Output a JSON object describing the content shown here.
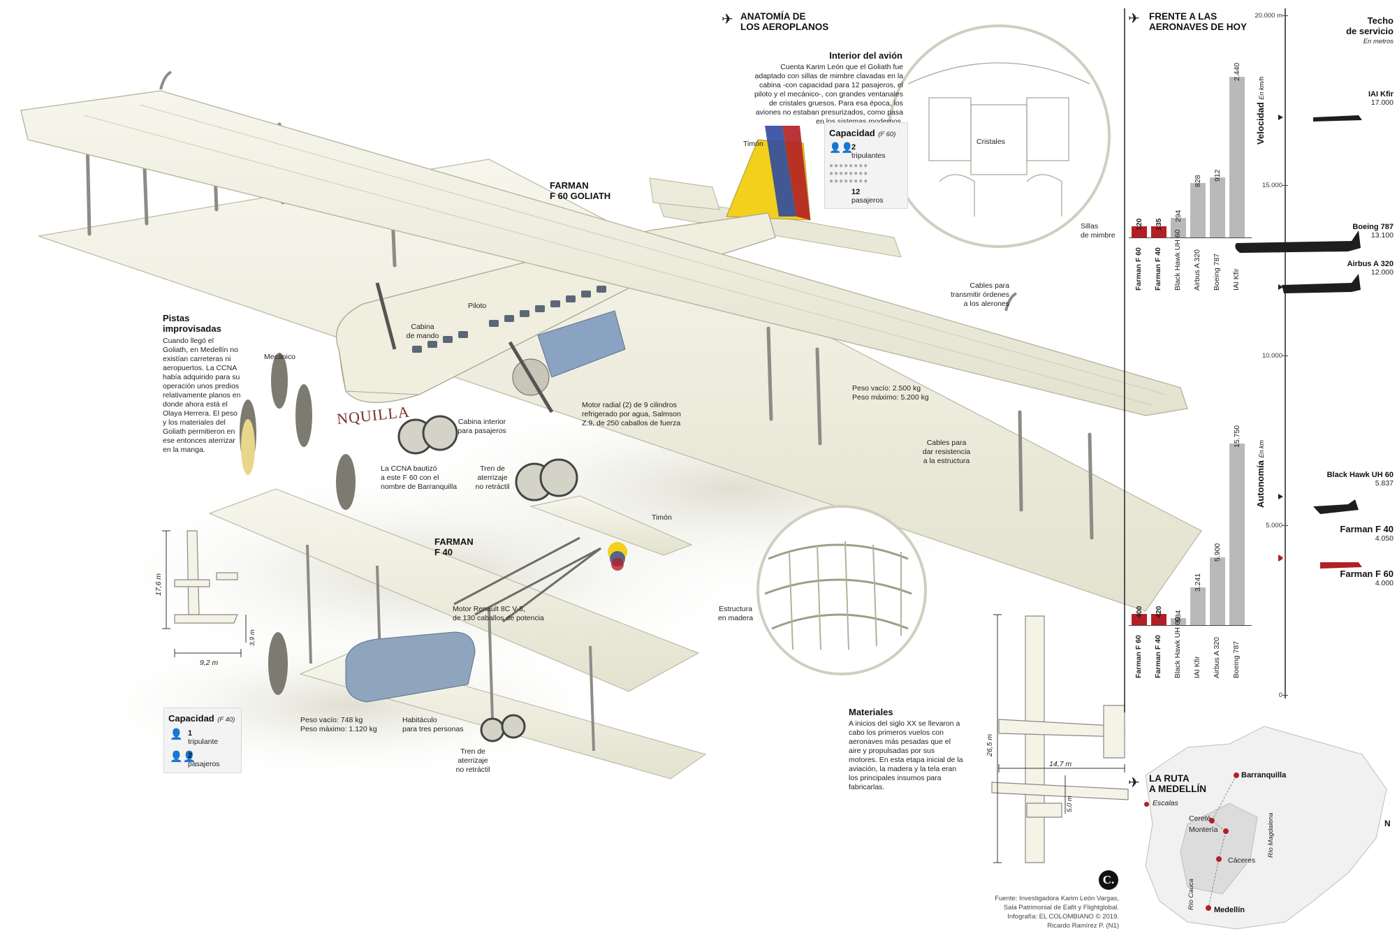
{
  "header": {
    "title_line1": "ANATOMÍA DE",
    "title_line2": "LOS AEROPLANOS"
  },
  "interior": {
    "title": "Interior del avión",
    "text": "Cuenta Karim León que el Goliath fue adaptado con sillas de mimbre clavadas en la cabina -con capacidad para 12 pasajeros, el piloto y el mecánico-, con grandes ventanales de cristales gruesos. Para esa época, los aviones no estaban presurizados, como pasa en los sistemas modernos.",
    "label_cristales": "Cristales",
    "label_sillas": "Sillas\nde mimbre"
  },
  "goliath": {
    "name_line1": "FARMAN",
    "name_line2": "F 60 GOLIATH",
    "timon": "Timón",
    "piloto": "Piloto",
    "cabina_mando": "Cabina\nde mando",
    "mecanico": "Mecánico",
    "cabina_interior": "Cabina interior\npara pasajeros",
    "motor": "Motor radial (2) de 9 cilindros refrigerado por agua, Salmson Z.9, de 250 caballos de fuerza",
    "bautizo": "La CCNA bautizó\na este F 60 con el\nnombre de Barranquilla",
    "tren": "Tren de\naterrizaje\nno retráctil",
    "peso": "Peso vacío: 2.500 kg\nPeso máximo: 5.200 kg",
    "cables_alerones": "Cables para\ntransmitir órdenes\na los alerones",
    "cables_estructura": "Cables para\ndar resistencia\na la estructura",
    "fuselage_text": "NQUILLA"
  },
  "capacidad_f60": {
    "title": "Capacidad",
    "tag": "(F 60)",
    "tripulantes_n": "2",
    "tripulantes": "tripulantes",
    "pasajeros_n": "12",
    "pasajeros": "pasajeros"
  },
  "pistas": {
    "title_line1": "Pistas",
    "title_line2": "improvisadas",
    "text": "Cuando llegó el Goliath, en Medellín no existían carreteras ni aeropuertos. La CCNA había adquirido para su operación unos predios relativamente planos en donde ahora está el Olaya Herrera. El peso y los materiales del Goliath permitieron en ese entonces aterrizar en la manga."
  },
  "f40": {
    "name_line1": "FARMAN",
    "name_line2": "F 40",
    "timon": "Timón",
    "motor": "Motor Renault 8C V-8,\nde 130 caballos de potencia",
    "habitaculo": "Habitáculo\npara tres personas",
    "tren": "Tren de\naterrizaje\nno retráctil",
    "peso": "Peso vacío: 748 kg\nPeso máximo: 1.120 kg",
    "dim_length": "17,6 m",
    "dim_height": "3,9 m",
    "dim_span": "9,2 m"
  },
  "capacidad_f40": {
    "title": "Capacidad",
    "tag": "(F 40)",
    "tripulantes_n": "1",
    "tripulantes": "tripulante",
    "pasajeros_n": "2",
    "pasajeros": "pasajeros"
  },
  "materiales": {
    "title": "Materiales",
    "text": "A inicios del siglo XX se llevaron a cabo los primeros vuelos con aeronaves más pesadas que el aire y propulsadas por sus motores. En esta etapa inicial de la aviación, la madera y la tela eran los principales insumos para fabricarlas.",
    "estructura": "Estructura\nen madera"
  },
  "goliath_dims": {
    "span": "26,5 m",
    "length": "14,7 m",
    "height": "5,0 m"
  },
  "frente": {
    "title_line1": "FRENTE A LAS",
    "title_line2": "AERONAVES DE HOY"
  },
  "techo": {
    "title_line1": "Techo",
    "title_line2": "de servicio",
    "unit": "En metros"
  },
  "colors": {
    "red": "#b31f24",
    "gray": "#b9b9b9",
    "tan": "#efeedf",
    "yellow": "#f2d01c",
    "blue": "#2d4aa0"
  },
  "chart_data": [
    {
      "type": "bar",
      "title": "Velocidad",
      "unit": "En km/h",
      "categories": [
        "Farman F 60",
        "Farman F 40",
        "Black Hawk UH 60",
        "Airbus A 320",
        "Boeing 787",
        "IAI Kfir"
      ],
      "values": [
        120,
        135,
        294,
        828,
        912,
        2440
      ],
      "value_labels": [
        "120",
        "135",
        "294",
        "828",
        "912",
        "2.440"
      ],
      "highlight": [
        "Farman F 60",
        "Farman F 40"
      ]
    },
    {
      "type": "bar",
      "title": "Autonomía",
      "unit": "En km",
      "categories": [
        "Farman F 60",
        "Farman F 40",
        "Black Hawk UH 60",
        "IAI Kfir",
        "Airbus A 320",
        "Boeing 787"
      ],
      "values": [
        400,
        420,
        584,
        3241,
        5900,
        15750
      ],
      "value_labels": [
        "400",
        "420",
        "584",
        "3.241",
        "5.900",
        "15.750"
      ],
      "highlight": [
        "Farman F 60",
        "Farman F 40"
      ]
    },
    {
      "type": "scatter",
      "title": "Techo de servicio",
      "unit": "En metros",
      "ylim": [
        0,
        20000
      ],
      "yticks": [
        0,
        5000,
        10000,
        15000,
        20000
      ],
      "ytick_labels": [
        "0",
        "5.000",
        "10.000",
        "15.000",
        "20.000 m"
      ],
      "points": [
        {
          "name": "IAI Kfir",
          "value": 17000,
          "label": "17.000"
        },
        {
          "name": "Boeing 787",
          "value": 13100,
          "label": "13.100"
        },
        {
          "name": "Airbus A 320",
          "value": 12000,
          "label": "12.000"
        },
        {
          "name": "Black Hawk UH 60",
          "value": 5837,
          "label": "5.837"
        },
        {
          "name": "Farman F 40",
          "value": 4050,
          "label": "4.050"
        },
        {
          "name": "Farman F 60",
          "value": 4000,
          "label": "4.000"
        }
      ]
    }
  ],
  "ruta": {
    "title_line1": "LA RUTA",
    "title_line2": "A MEDELLÍN",
    "escalas": "Escalas",
    "barranquilla": "Barranquilla",
    "cerete": "Cereté",
    "monteria": "Montería",
    "caceres": "Cáceres",
    "medellin": "Medellín",
    "rio_magdalena": "Río Magdalena",
    "rio_cauca": "Río Cauca",
    "north": "N"
  },
  "footer": {
    "logo": "C.",
    "line1": "Fuente: Investigadora Karim León Vargas,",
    "line2": "Sala Patrimonial de Eafit y Flightglobal.",
    "line3": "Infografía: EL COLOMBIANO © 2019.",
    "line4": "Ricardo Ramírez P. (N1)"
  }
}
